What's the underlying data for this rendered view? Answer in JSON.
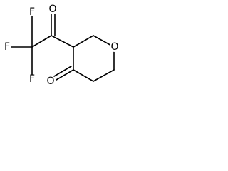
{
  "structure": {
    "atoms": {
      "o_ketone_top": "O",
      "f_top": "F",
      "f_left": "F",
      "f_bottom": "F",
      "o_ring": "O",
      "o_ketone_ring": "O"
    }
  }
}
